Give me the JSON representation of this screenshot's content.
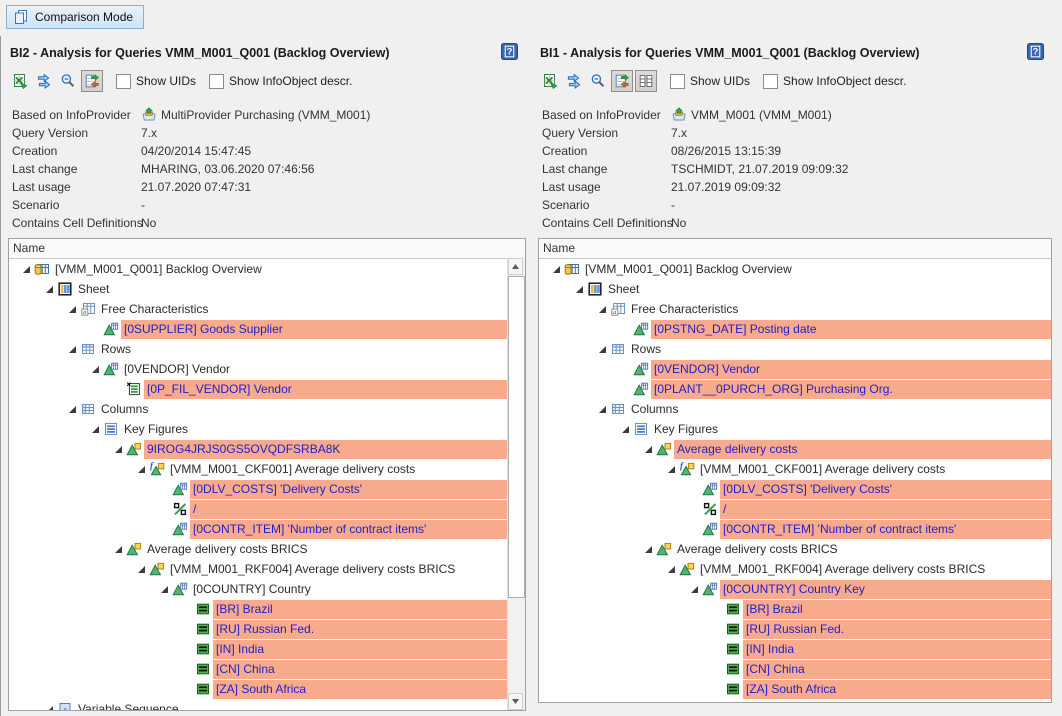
{
  "top": {
    "comparison_mode_label": "Comparison Mode"
  },
  "colors": {
    "highlight": "#F8AA8D",
    "highlight_text": "#1F1FCF",
    "button_fill": "#D6E7F5"
  },
  "panels": [
    {
      "id": "BI2",
      "title": "BI2 - Analysis for Queries VMM_M001_Q001 (Backlog Overview)",
      "toolbar": {
        "icons": [
          {
            "name": "excel-export-icon",
            "pressed": false
          },
          {
            "name": "transfer-icon",
            "pressed": false
          },
          {
            "name": "zoom-out-icon",
            "pressed": false
          },
          {
            "name": "compare-icon",
            "pressed": true
          }
        ],
        "checkboxes": [
          {
            "label": "Show UIDs",
            "checked": false
          },
          {
            "label": "Show InfoObject descr.",
            "checked": false
          }
        ]
      },
      "metadata": [
        {
          "label": "Based on InfoProvider",
          "value": "MultiProvider Purchasing (VMM_M001)",
          "icon": "multiprovider-icon"
        },
        {
          "label": "Query Version",
          "value": "7.x"
        },
        {
          "label": "Creation",
          "value": "04/20/2014 15:47:45"
        },
        {
          "label": "Last change",
          "value": "MHARING, 03.06.2020 07:46:56"
        },
        {
          "label": "Last usage",
          "value": "21.07.2020 07:47:31"
        },
        {
          "label": "Scenario",
          "value": "-"
        },
        {
          "label": "Contains Cell Definitions",
          "value": "No"
        }
      ],
      "tree": {
        "header": "Name",
        "rows": [
          {
            "level": 0,
            "icon": "query-icon",
            "arrow": true,
            "hl": false,
            "label": "[VMM_M001_Q001] Backlog Overview"
          },
          {
            "level": 1,
            "icon": "sheet-icon",
            "arrow": true,
            "hl": false,
            "label": "Sheet"
          },
          {
            "level": 2,
            "icon": "free-characteristics-icon",
            "arrow": true,
            "hl": false,
            "label": "Free Characteristics"
          },
          {
            "level": 3,
            "icon": "characteristic-icon",
            "arrow": false,
            "hl": true,
            "label": "[0SUPPLIER] Goods Supplier"
          },
          {
            "level": 2,
            "icon": "rows-icon",
            "arrow": true,
            "hl": false,
            "label": "Rows"
          },
          {
            "level": 3,
            "icon": "characteristic-icon",
            "arrow": true,
            "hl": false,
            "label": "[0VENDOR] Vendor"
          },
          {
            "level": 4,
            "icon": "variable-icon",
            "arrow": false,
            "hl": true,
            "label": "[0P_FIL_VENDOR] Vendor"
          },
          {
            "level": 2,
            "icon": "columns-icon",
            "arrow": true,
            "hl": false,
            "label": "Columns"
          },
          {
            "level": 3,
            "icon": "key-figures-icon",
            "arrow": true,
            "hl": false,
            "label": "Key Figures"
          },
          {
            "level": 4,
            "icon": "structure-member-icon",
            "arrow": true,
            "hl": true,
            "label": "9IROG4JRJS0GS5OVQDFSRBA8K"
          },
          {
            "level": 5,
            "icon": "formula-icon",
            "arrow": true,
            "hl": false,
            "label": "[VMM_M001_CKF001] Average delivery costs"
          },
          {
            "level": 6,
            "icon": "characteristic-icon",
            "arrow": false,
            "hl": true,
            "label": "[0DLV_COSTS] 'Delivery Costs'"
          },
          {
            "level": 6,
            "icon": "operator-icon",
            "arrow": false,
            "hl": true,
            "label": "/"
          },
          {
            "level": 6,
            "icon": "characteristic-icon",
            "arrow": false,
            "hl": true,
            "label": "[0CONTR_ITEM] 'Number of contract items'"
          },
          {
            "level": 4,
            "icon": "structure-member-icon",
            "arrow": true,
            "hl": false,
            "label": "Average delivery costs BRICS"
          },
          {
            "level": 5,
            "icon": "structure-member-icon",
            "arrow": true,
            "hl": false,
            "label": "[VMM_M001_RKF004] Average delivery costs BRICS"
          },
          {
            "level": 6,
            "icon": "characteristic-icon",
            "arrow": true,
            "hl": false,
            "label": "[0COUNTRY] Country"
          },
          {
            "level": 7,
            "icon": "fixed-value-icon",
            "arrow": false,
            "hl": true,
            "label": "[BR] Brazil"
          },
          {
            "level": 7,
            "icon": "fixed-value-icon",
            "arrow": false,
            "hl": true,
            "label": "[RU] Russian Fed."
          },
          {
            "level": 7,
            "icon": "fixed-value-icon",
            "arrow": false,
            "hl": true,
            "label": "[IN] India"
          },
          {
            "level": 7,
            "icon": "fixed-value-icon",
            "arrow": false,
            "hl": true,
            "label": "[CN] China"
          },
          {
            "level": 7,
            "icon": "fixed-value-icon",
            "arrow": false,
            "hl": true,
            "label": "[ZA] South Africa"
          },
          {
            "level": 1,
            "icon": "variables-icon",
            "arrow": true,
            "hl": false,
            "label": "Variable Sequence",
            "clipped": true
          }
        ]
      },
      "scrollbar": true
    },
    {
      "id": "BI1",
      "title": "BI1 - Analysis for Queries VMM_M001_Q001 (Backlog Overview)",
      "toolbar": {
        "icons": [
          {
            "name": "excel-export-icon",
            "pressed": false
          },
          {
            "name": "transfer-icon",
            "pressed": false
          },
          {
            "name": "zoom-out-icon",
            "pressed": false
          },
          {
            "name": "compare-icon",
            "pressed": true
          },
          {
            "name": "layout-icon",
            "pressed": true
          }
        ],
        "checkboxes": [
          {
            "label": "Show UIDs",
            "checked": false
          },
          {
            "label": "Show InfoObject descr.",
            "checked": false
          }
        ]
      },
      "metadata": [
        {
          "label": "Based on InfoProvider",
          "value": "VMM_M001 (VMM_M001)",
          "icon": "multiprovider-icon"
        },
        {
          "label": "Query Version",
          "value": "7.x"
        },
        {
          "label": "Creation",
          "value": "08/26/2015 13:15:39"
        },
        {
          "label": "Last change",
          "value": "TSCHMIDT, 21.07.2019 09:09:32"
        },
        {
          "label": "Last usage",
          "value": "21.07.2019 09:09:32"
        },
        {
          "label": "Scenario",
          "value": "-"
        },
        {
          "label": "Contains Cell Definitions",
          "value": "No"
        }
      ],
      "tree": {
        "header": "Name",
        "rows": [
          {
            "level": 0,
            "icon": "query-icon",
            "arrow": true,
            "hl": false,
            "label": "[VMM_M001_Q001] Backlog Overview"
          },
          {
            "level": 1,
            "icon": "sheet-icon",
            "arrow": true,
            "hl": false,
            "label": "Sheet"
          },
          {
            "level": 2,
            "icon": "free-characteristics-icon",
            "arrow": true,
            "hl": false,
            "label": "Free Characteristics"
          },
          {
            "level": 3,
            "icon": "characteristic-icon",
            "arrow": false,
            "hl": true,
            "label": "[0PSTNG_DATE] Posting date"
          },
          {
            "level": 2,
            "icon": "rows-icon",
            "arrow": true,
            "hl": false,
            "label": "Rows"
          },
          {
            "level": 3,
            "icon": "characteristic-icon",
            "arrow": false,
            "hl": true,
            "label": "[0VENDOR] Vendor"
          },
          {
            "level": 3,
            "icon": "characteristic-icon",
            "arrow": false,
            "hl": true,
            "label": "[0PLANT__0PURCH_ORG] Purchasing Org."
          },
          {
            "level": 2,
            "icon": "columns-icon",
            "arrow": true,
            "hl": false,
            "label": "Columns"
          },
          {
            "level": 3,
            "icon": "key-figures-icon",
            "arrow": true,
            "hl": false,
            "label": "Key Figures"
          },
          {
            "level": 4,
            "icon": "structure-member-icon",
            "arrow": true,
            "hl": true,
            "label": "Average delivery costs"
          },
          {
            "level": 5,
            "icon": "formula-icon",
            "arrow": true,
            "hl": false,
            "label": "[VMM_M001_CKF001] Average delivery costs"
          },
          {
            "level": 6,
            "icon": "characteristic-icon",
            "arrow": false,
            "hl": true,
            "label": "[0DLV_COSTS] 'Delivery Costs'"
          },
          {
            "level": 6,
            "icon": "operator-icon",
            "arrow": false,
            "hl": true,
            "label": "/"
          },
          {
            "level": 6,
            "icon": "characteristic-icon",
            "arrow": false,
            "hl": true,
            "label": "[0CONTR_ITEM] 'Number of contract items'"
          },
          {
            "level": 4,
            "icon": "structure-member-icon",
            "arrow": true,
            "hl": false,
            "label": "Average delivery costs BRICS"
          },
          {
            "level": 5,
            "icon": "structure-member-icon",
            "arrow": true,
            "hl": false,
            "label": "[VMM_M001_RKF004] Average delivery costs BRICS"
          },
          {
            "level": 6,
            "icon": "characteristic-icon",
            "arrow": true,
            "hl": true,
            "label": "[0COUNTRY] Country Key"
          },
          {
            "level": 7,
            "icon": "fixed-value-icon",
            "arrow": false,
            "hl": true,
            "label": "[BR] Brazil"
          },
          {
            "level": 7,
            "icon": "fixed-value-icon",
            "arrow": false,
            "hl": true,
            "label": "[RU] Russian Fed."
          },
          {
            "level": 7,
            "icon": "fixed-value-icon",
            "arrow": false,
            "hl": true,
            "label": "[IN] India"
          },
          {
            "level": 7,
            "icon": "fixed-value-icon",
            "arrow": false,
            "hl": true,
            "label": "[CN] China"
          },
          {
            "level": 7,
            "icon": "fixed-value-icon",
            "arrow": false,
            "hl": true,
            "label": "[ZA] South Africa"
          }
        ]
      },
      "scrollbar": false
    }
  ]
}
